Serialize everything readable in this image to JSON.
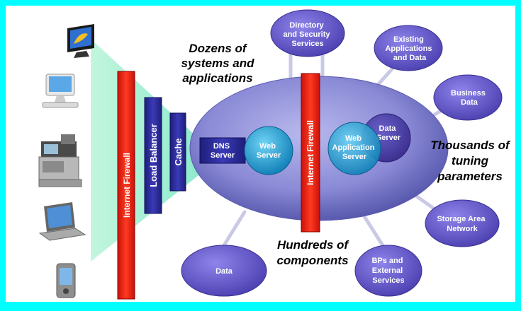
{
  "labels": {
    "dozens": [
      "Dozens of",
      "systems and",
      "applications"
    ],
    "thousands": [
      "Thousands of",
      "tuning",
      "parameters"
    ],
    "hundreds": [
      "Hundreds of",
      "components"
    ]
  },
  "bars": {
    "internet_firewall_left": "Internet Firewall",
    "load_balancer": "Load Balancer",
    "cache": "Cache",
    "internet_firewall_right": "Internet Firewall"
  },
  "nodes": {
    "dns_server": [
      "DNS",
      "Server"
    ],
    "web_server": [
      "Web",
      "Server"
    ],
    "web_app_server": [
      "Web",
      "Application",
      "Server"
    ],
    "data_server": [
      "Data",
      "Server"
    ]
  },
  "satellites": {
    "directory": [
      "Directory",
      "and Security",
      "Services"
    ],
    "existing_apps": [
      "Existing",
      "Applications",
      "and Data"
    ],
    "business_data": [
      "Business",
      "Data"
    ],
    "storage": [
      "Storage Area",
      "Network"
    ],
    "bps": [
      "BPs and",
      "External",
      "Services"
    ],
    "data": [
      "Data"
    ]
  },
  "devices": [
    "desktop-monitor-icon",
    "imac-icon",
    "cash-register-icon",
    "laptop-icon",
    "pda-icon"
  ],
  "colors": {
    "background": "#00FFFF",
    "firewall": "#FF2A1A",
    "bar_blue": "#2B2B9E",
    "ellipse": "#7777CC",
    "satellite": "#6A5FD0",
    "node": "#1FA3D6",
    "text_dark": "#000000"
  }
}
